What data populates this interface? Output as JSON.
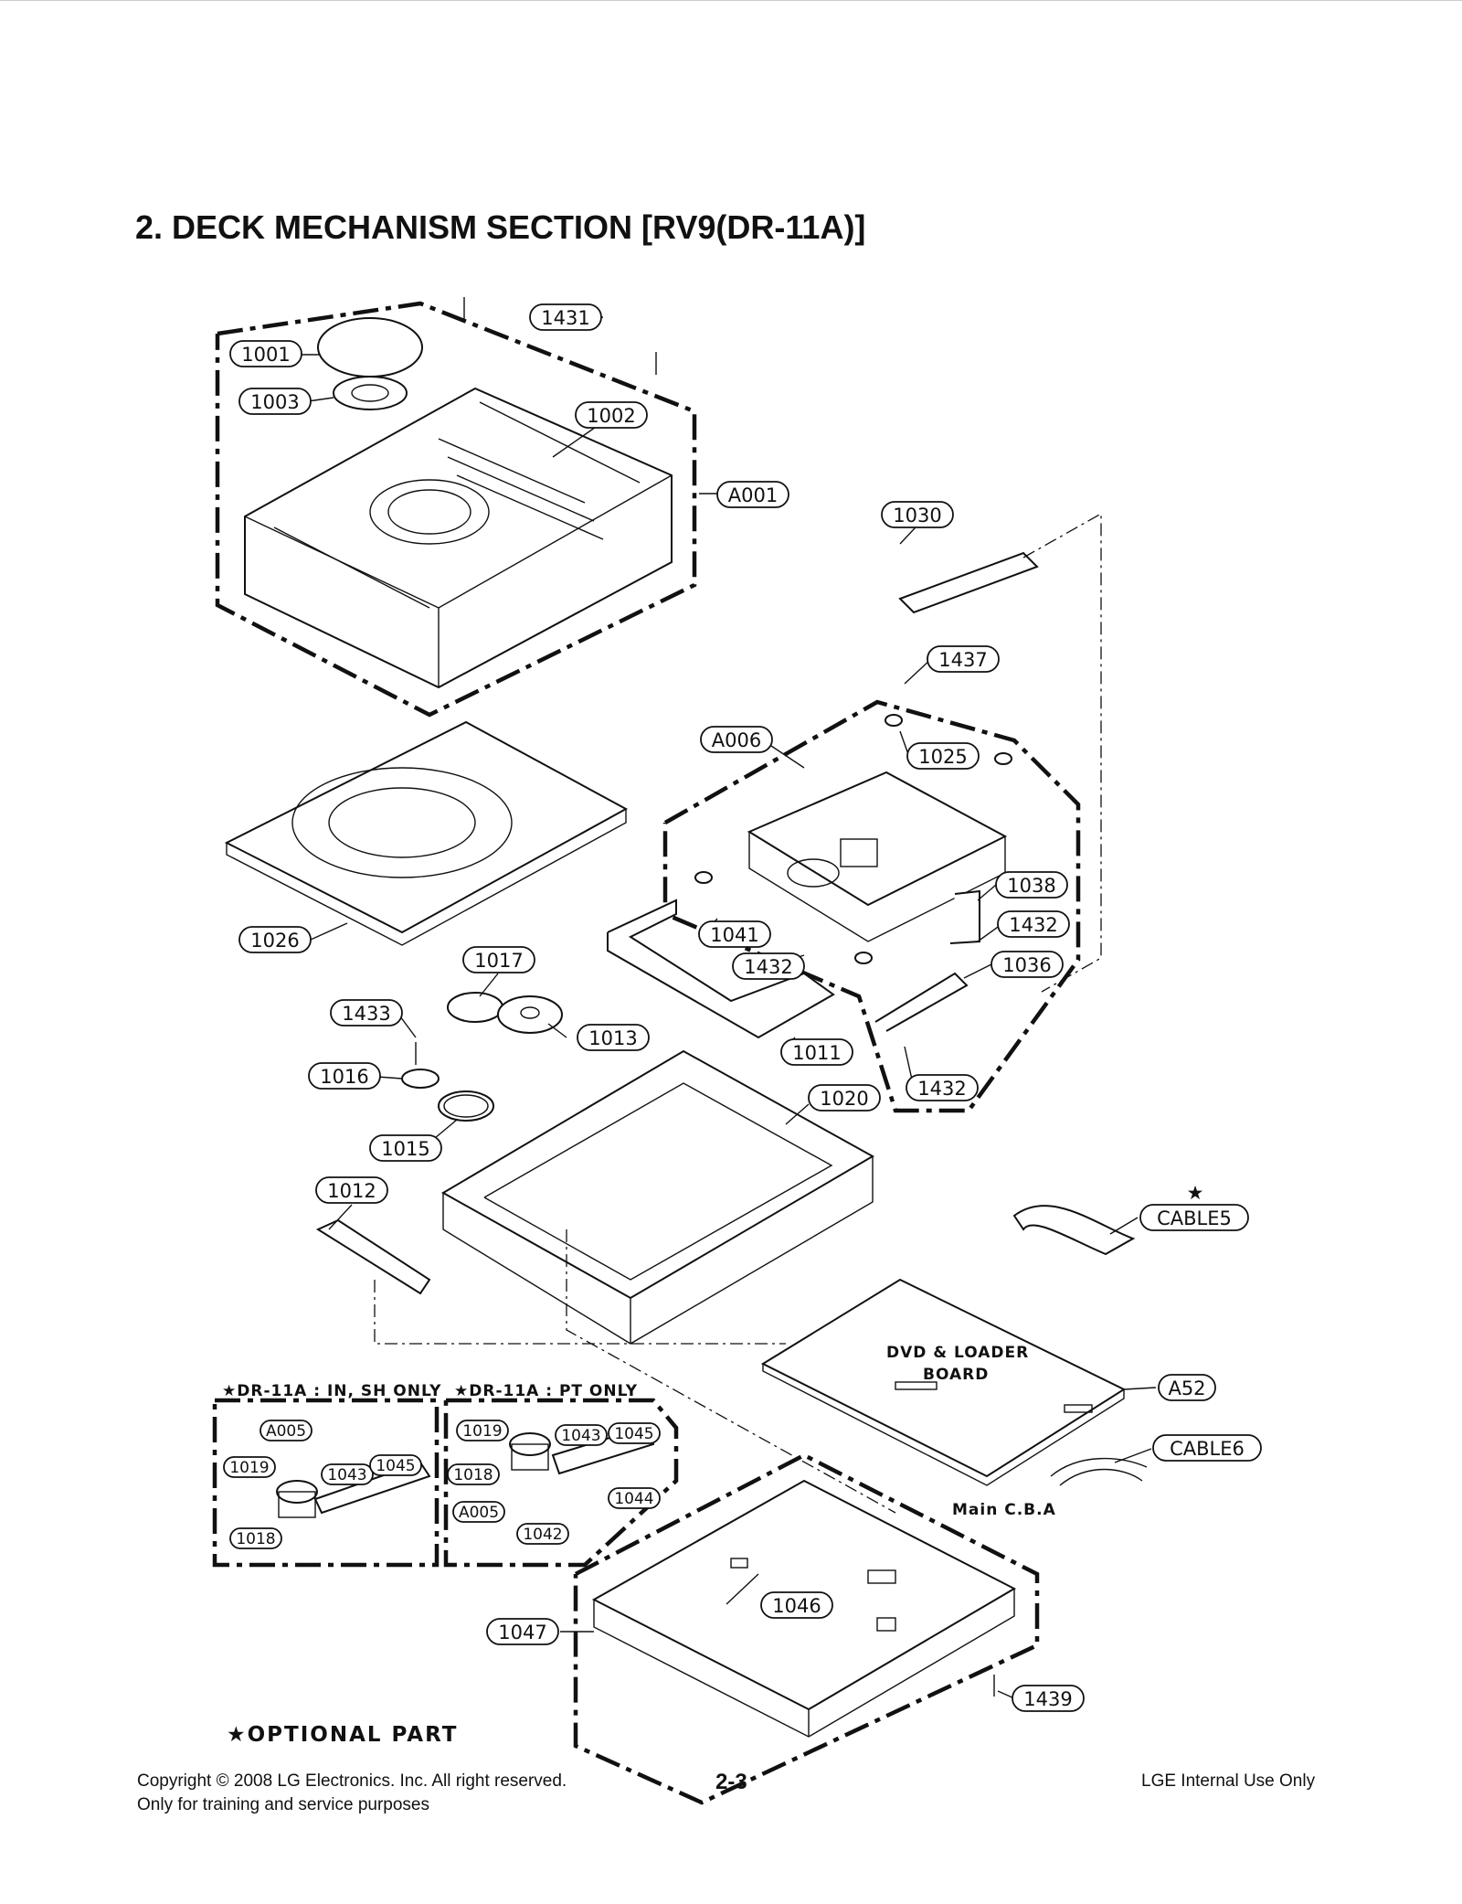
{
  "page": {
    "title": "2. DECK MECHANISM SECTION [RV9(DR-11A)]",
    "optional_note": "★OPTIONAL PART",
    "footer": {
      "copyright": "Copyright © 2008 LG Electronics. Inc. All right reserved.",
      "purpose": "Only for training and service purposes",
      "page_number": "2-3",
      "usage": "LGE Internal Use Only"
    }
  },
  "insets": {
    "left_title": "★DR-11A : IN, SH ONLY",
    "right_title": "★DR-11A : PT ONLY"
  },
  "board_labels": {
    "dvd_loader_line1": "DVD & LOADER",
    "dvd_loader_line2": "BOARD",
    "main_cba": "Main C.B.A"
  },
  "callouts": [
    {
      "label": "1431"
    },
    {
      "label": "1001"
    },
    {
      "label": "1003"
    },
    {
      "label": "1002"
    },
    {
      "label": "A001"
    },
    {
      "label": "1030"
    },
    {
      "label": "1437"
    },
    {
      "label": "A006"
    },
    {
      "label": "1025"
    },
    {
      "label": "1038"
    },
    {
      "label": "1432"
    },
    {
      "label": "1041"
    },
    {
      "label": "1432"
    },
    {
      "label": "1036"
    },
    {
      "label": "1026"
    },
    {
      "label": "1017"
    },
    {
      "label": "1433"
    },
    {
      "label": "1013"
    },
    {
      "label": "1011"
    },
    {
      "label": "1016"
    },
    {
      "label": "1020"
    },
    {
      "label": "1432"
    },
    {
      "label": "1015"
    },
    {
      "label": "1012"
    },
    {
      "label": "CABLE5"
    },
    {
      "label": "A52"
    },
    {
      "label": "CABLE6"
    },
    {
      "label": "A005"
    },
    {
      "label": "1019"
    },
    {
      "label": "1043"
    },
    {
      "label": "1045"
    },
    {
      "label": "1018"
    },
    {
      "label": "1019"
    },
    {
      "label": "1043"
    },
    {
      "label": "1045"
    },
    {
      "label": "1018"
    },
    {
      "label": "1044"
    },
    {
      "label": "A005"
    },
    {
      "label": "1042"
    },
    {
      "label": "1046"
    },
    {
      "label": "1047"
    },
    {
      "label": "1439"
    }
  ],
  "starred": {
    "cable5_star": "★"
  }
}
